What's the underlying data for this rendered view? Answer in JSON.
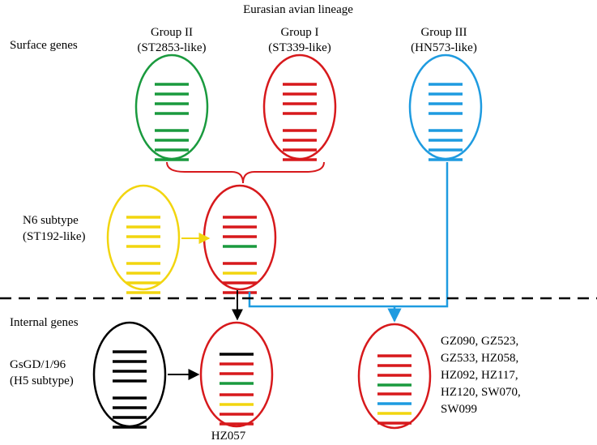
{
  "title": "Eurasian avian lineage",
  "section_labels": {
    "surface": "Surface genes",
    "internal": "Internal genes"
  },
  "groups": {
    "group2": {
      "name": "Group II",
      "sub": "(ST2853-like)"
    },
    "group1": {
      "name": "Group I",
      "sub": "(ST339-like)"
    },
    "group3": {
      "name": "Group III",
      "sub": "(HN573-like)"
    }
  },
  "n6": {
    "line1": "N6 subtype",
    "line2": "(ST192-like)"
  },
  "gsgd": {
    "line1": "GsGD/1/96",
    "line2": "(H5 subtype)"
  },
  "hz057_label": "HZ057",
  "strain_list": [
    "GZ090, GZ523,",
    "GZ533, HZ058,",
    "HZ092, HZ117,",
    "HZ120, SW070,",
    "SW099"
  ],
  "colors": {
    "green": "#1a9a3e",
    "red": "#d7191c",
    "blue": "#1e9be0",
    "yellow": "#f2d50f",
    "black": "#000000"
  },
  "segment_colors": {
    "group2": [
      "green",
      "green",
      "green",
      "green",
      "green",
      "green",
      "green",
      "green"
    ],
    "group1": [
      "red",
      "red",
      "red",
      "red",
      "red",
      "red",
      "red",
      "red"
    ],
    "group3": [
      "blue",
      "blue",
      "blue",
      "blue",
      "blue",
      "blue",
      "blue",
      "blue"
    ],
    "n6": [
      "yellow",
      "yellow",
      "yellow",
      "yellow",
      "yellow",
      "yellow",
      "yellow",
      "yellow"
    ],
    "reassortant_mid": [
      "red",
      "red",
      "red",
      "green",
      "red",
      "yellow",
      "red",
      "red"
    ],
    "gsgd": [
      "black",
      "black",
      "black",
      "black",
      "black",
      "black",
      "black",
      "black"
    ],
    "hz057": [
      "black",
      "red",
      "red",
      "green",
      "red",
      "yellow",
      "red",
      "red"
    ],
    "final": [
      "red",
      "red",
      "red",
      "green",
      "red",
      "blue",
      "yellow",
      "red"
    ]
  }
}
